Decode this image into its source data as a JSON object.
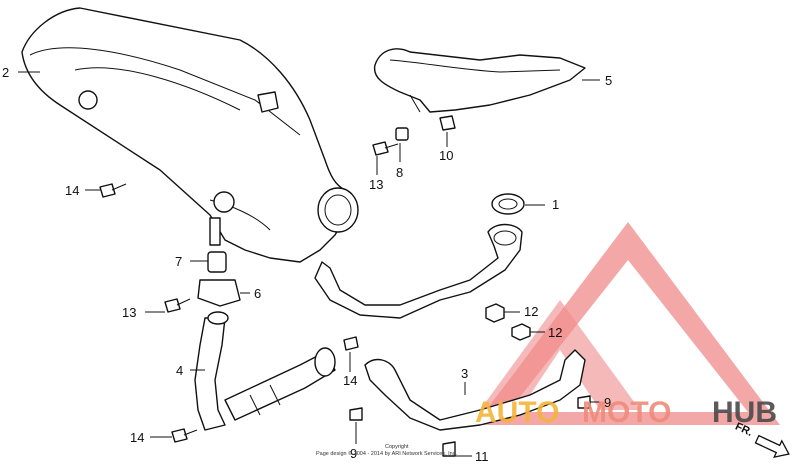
{
  "callouts": [
    {
      "id": "1",
      "label": "1"
    },
    {
      "id": "2",
      "label": "2"
    },
    {
      "id": "3",
      "label": "3"
    },
    {
      "id": "4",
      "label": "4"
    },
    {
      "id": "5",
      "label": "5"
    },
    {
      "id": "6",
      "label": "6"
    },
    {
      "id": "7",
      "label": "7"
    },
    {
      "id": "8",
      "label": "8"
    },
    {
      "id": "9a",
      "label": "9"
    },
    {
      "id": "9b",
      "label": "9"
    },
    {
      "id": "10",
      "label": "10"
    },
    {
      "id": "11",
      "label": "11"
    },
    {
      "id": "12a",
      "label": "12"
    },
    {
      "id": "12b",
      "label": "12"
    },
    {
      "id": "13a",
      "label": "13"
    },
    {
      "id": "13b",
      "label": "13"
    },
    {
      "id": "14a",
      "label": "14"
    },
    {
      "id": "14b",
      "label": "14"
    },
    {
      "id": "14c",
      "label": "14"
    }
  ],
  "copyright": {
    "line1": "Copyright",
    "line2": "Page design © 2004 - 2014 by ARI Network Services, Inc."
  },
  "watermark": {
    "part1": "AUTO",
    "part2": "MOTO",
    "part3": "HUB",
    "colors": {
      "triangle": "#f08a8a",
      "auto": "#f5b43a",
      "moto": "#ef8b7a",
      "hub": "#4a4a4a"
    }
  },
  "direction_marker": {
    "label": "FR."
  }
}
